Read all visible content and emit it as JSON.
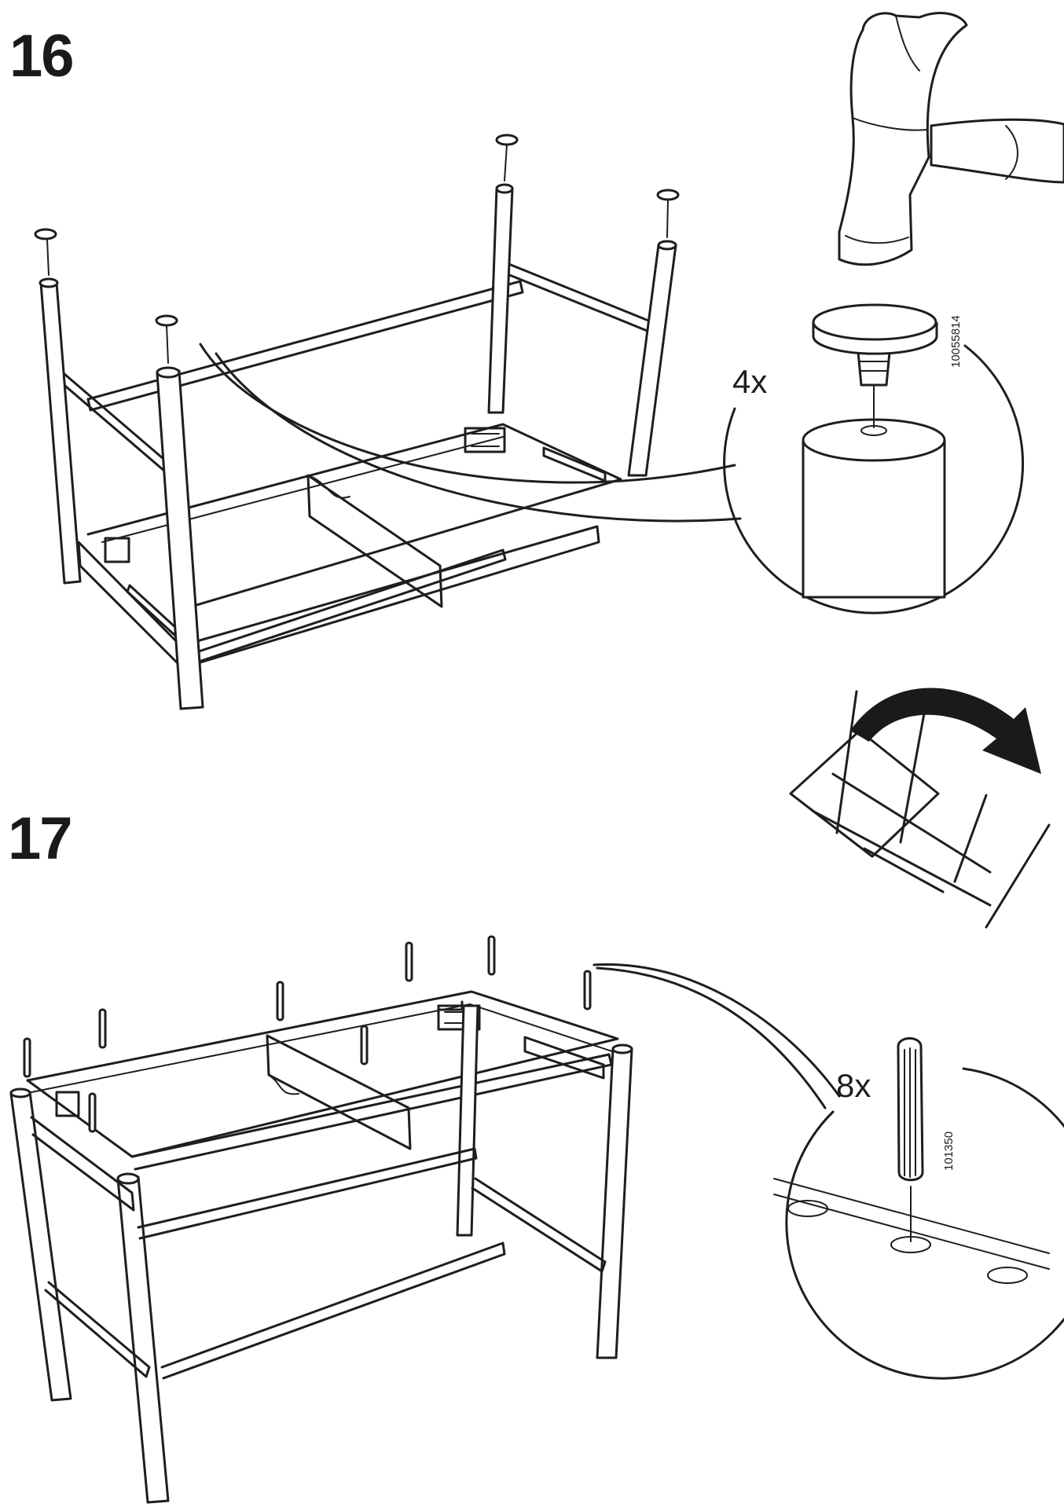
{
  "steps": [
    {
      "number": "16",
      "quantity": "4x",
      "part_number": "10055814"
    },
    {
      "number": "17",
      "quantity": "8x",
      "part_number": "101350"
    }
  ]
}
